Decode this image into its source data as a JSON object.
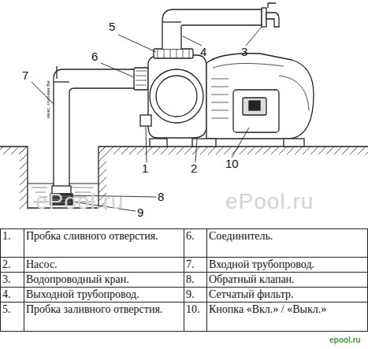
{
  "diagram": {
    "labels": [
      "5",
      "6",
      "7",
      "макс. глубина 8м",
      "4",
      "3",
      "1",
      "2",
      "10",
      "8",
      "9",
      "ePool.ru",
      "ePool.ru",
      "1.",
      "Пробка сливного отверстия.",
      "6.",
      "Соединитель.",
      "2.",
      "Насос.",
      "7.",
      "Входной трубопровод.",
      "3.",
      "Водопроводный кран.",
      "8.",
      "Обратный клапан.",
      "4.",
      "Выходной трубопровод.",
      "9.",
      "Сетчатый фильтр.",
      "5.",
      "Пробка заливного отверстия.",
      "10.",
      "Кнопка «Вкл.» / «Выкл.»",
      "epool.ru"
    ]
  }
}
